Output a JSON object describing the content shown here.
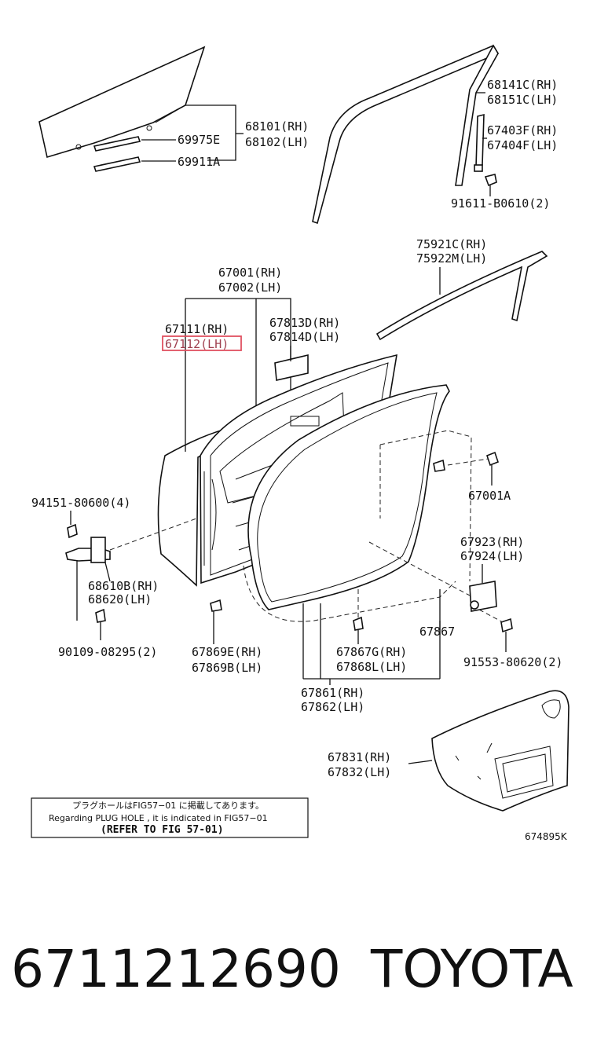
{
  "labels": {
    "glass_rh": "68101(RH)",
    "glass_lh": "68102(LH)",
    "p69975e": "69975E",
    "p69911a": "69911A",
    "run_rh": "68141C(RH)",
    "run_lh": "68151C(LH)",
    "div_rh": "67403F(RH)",
    "div_lh": "67404F(LH)",
    "screw_91611": "91611-B0610(2)",
    "mold_rh": "75921C(RH)",
    "mold_lh": "75922M(LH)",
    "door_rh": "67001(RH)",
    "door_lh": "67002(LH)",
    "panel_rh": "67111(RH)",
    "panel_lh": "67112(LH)",
    "hole_rh": "67813D(RH)",
    "hole_lh": "67814D(LH)",
    "bolt_94151": "94151-80600(4)",
    "clip_67001a": "67001A",
    "check_rh": "68610B(RH)",
    "check_lh": "68620(LH)",
    "lock_rh": "67923(RH)",
    "lock_lh": "67924(LH)",
    "bolt_90109": "90109-08295(2)",
    "p67867": "67867",
    "screw_91553": "91553-80620(2)",
    "seal_e": "67869E(RH)",
    "seal_b": "67869B(LH)",
    "seal_g": "67867G(RH)",
    "seal_l": "67868L(LH)",
    "wst_rh": "67861(RH)",
    "wst_lh": "67862(LH)",
    "trim_rh": "67831(RH)",
    "trim_lh": "67832(LH)"
  },
  "note": {
    "japanese": "プラグホールはFIG57−01 に掲載してあります。",
    "english": "Regarding  PLUG HOLE  , it is indicated in  FIG57−01",
    "refer": "(REFER TO FIG 57-01)"
  },
  "diagram_code": "674895K",
  "footer": {
    "part_number": "6711212690",
    "brand": "TOYOTA"
  },
  "colors": {
    "highlight": "#e05060",
    "line": "#111111"
  }
}
